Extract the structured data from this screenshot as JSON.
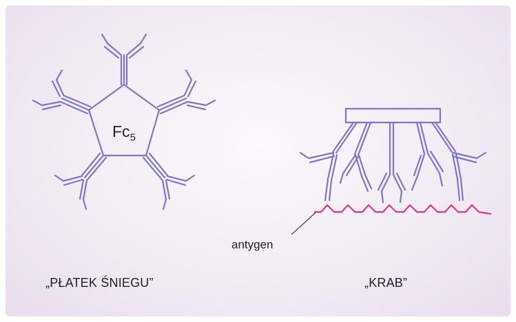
{
  "fc_label": {
    "main": "Fc",
    "subscript": "5"
  },
  "antigen_label": "antygen",
  "captions": {
    "snowflake": "„PŁATEK ŚNIEGU”",
    "crab": "„KRAB”"
  },
  "colors": {
    "antibody": "#7d75c9",
    "antigen": "#e0378f",
    "background": "#f3ecf5"
  }
}
